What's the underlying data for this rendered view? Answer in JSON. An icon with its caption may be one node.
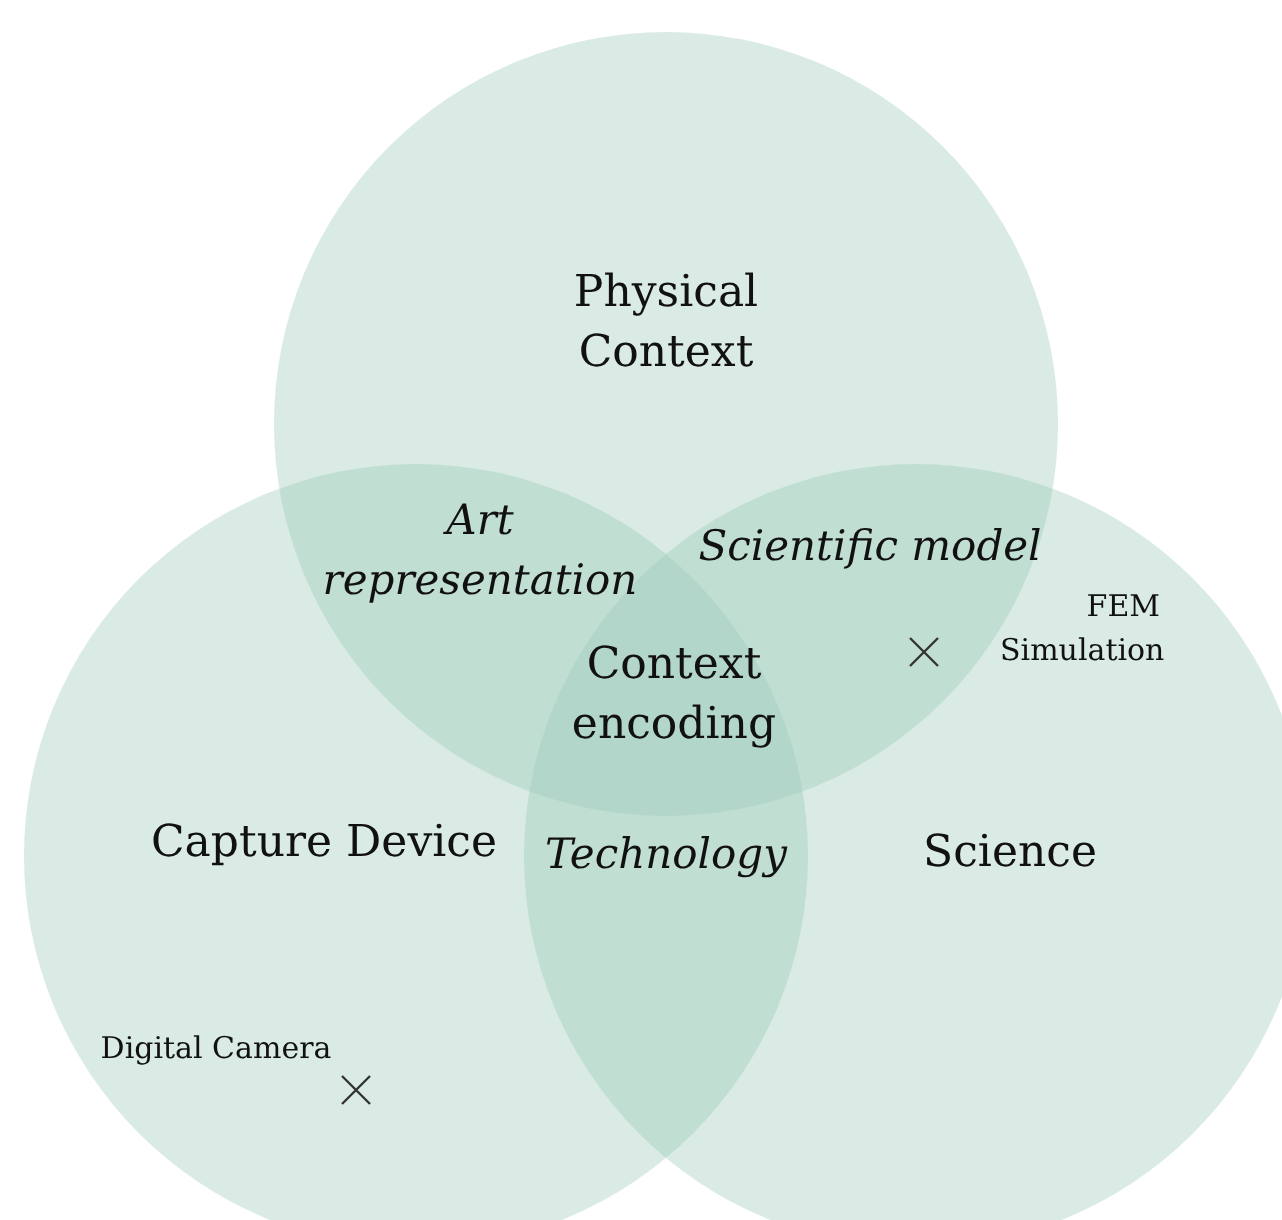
{
  "diagram": {
    "nodes": [
      {
        "text": [
          "Physical Context"
        ]
      },
      {
        "text": [
          "Capture Device"
        ]
      },
      {
        "text": [
          "Science"
        ]
      }
    ],
    "labels": [
      "Art representation",
      "Scientific model",
      "FEM Simulation",
      "Context encoding",
      "Technology",
      "Digital Camera"
    ]
  }
}
